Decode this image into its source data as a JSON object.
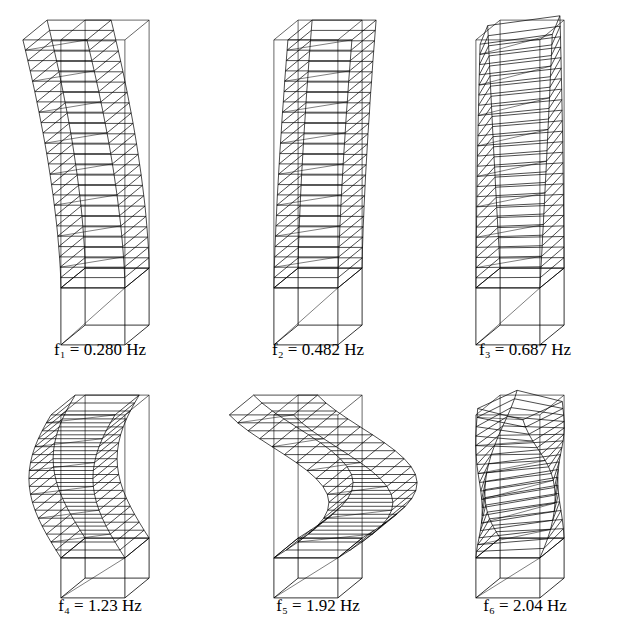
{
  "diagram": {
    "labels": [
      "f₁ = 0.280 Hz",
      "f₂ = 0.482 Hz",
      "f₃ = 0.687 Hz",
      "f₄ = 1.23 Hz",
      "f₅ = 1.92 Hz",
      "f₆ = 2.04 Hz"
    ]
  }
}
